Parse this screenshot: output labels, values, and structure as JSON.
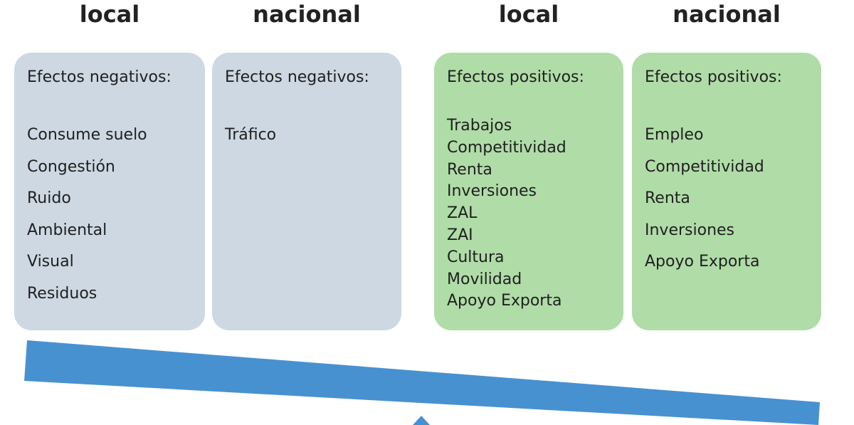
{
  "headings": {
    "neg_local": "local",
    "neg_national": "nacional",
    "pos_local": "local",
    "pos_national": "nacional"
  },
  "panels": {
    "neg_local": {
      "title": "Efectos negativos:",
      "items": [
        "Consume suelo",
        "Congestión",
        "Ruido",
        "Ambiental",
        "Visual",
        "Residuos"
      ]
    },
    "neg_national": {
      "title": "Efectos negativos:",
      "items": [
        "Tráfico"
      ]
    },
    "pos_local": {
      "title": "Efectos positivos:",
      "items": [
        "Trabajos",
        "Competitividad",
        "Renta",
        "Inversiones",
        "ZAL",
        "ZAI",
        "Cultura",
        "Movilidad",
        "Apoyo Exporta"
      ]
    },
    "pos_national": {
      "title": "Efectos positivos:",
      "items": [
        "Empleo",
        "Competitividad",
        "Renta",
        "Inversiones",
        "Apoyo Exporta"
      ]
    }
  },
  "colors": {
    "negative_panel": "#cdd8e3",
    "positive_panel": "#b0dca8",
    "beam": "#4791d1"
  }
}
